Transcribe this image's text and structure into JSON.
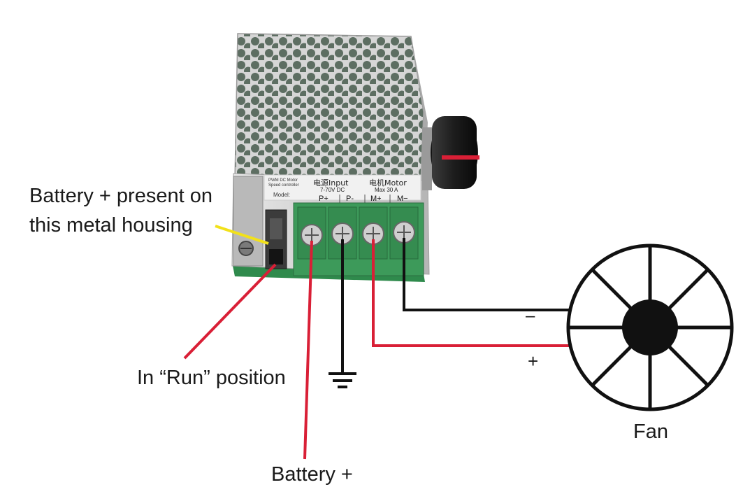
{
  "labels": {
    "housing_line1": "Battery + present on",
    "housing_line2": "this metal housing",
    "run_position": "In “Run” position",
    "battery_plus": "Battery +",
    "fan": "Fan",
    "wire_minus": "–",
    "wire_plus": "+"
  },
  "controller": {
    "product_line1": "PWM DC Motor",
    "product_line2": "Speed controller",
    "model_label": "Model:",
    "input_label": "电源Input",
    "input_spec": "7-70V DC",
    "motor_label": "电机Motor",
    "motor_spec": "Max 30 A",
    "terminals": [
      "P+",
      "P-",
      "M+",
      "M−"
    ]
  },
  "colors": {
    "wire_red": "#d91f36",
    "wire_black": "#111111",
    "pointer_yellow": "#f2e11a",
    "pcb_green": "#2f8a4c",
    "terminal_green": "#3d9a5a",
    "housing_metal": "#c9c9c9"
  }
}
